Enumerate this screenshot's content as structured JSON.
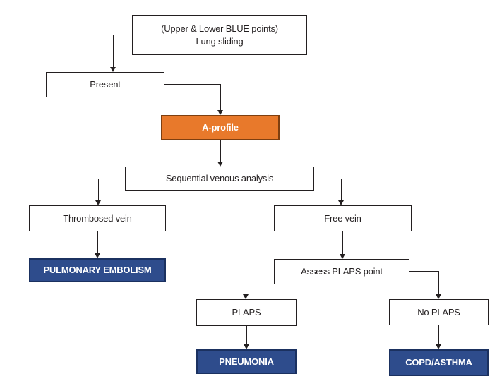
{
  "figure": {
    "type": "flowchart",
    "background": "#FFFFFF"
  },
  "colors": {
    "box_border": "#231F20",
    "box_fill": "#FFFFFF",
    "text": "#231F20",
    "orange_fill": "#E8792B",
    "orange_border": "#7E3F10",
    "blue_fill": "#2E4C8C",
    "blue_border": "#1B3160",
    "line": "#231F20",
    "emphasis_text": "#FFFFFF"
  },
  "nodes": {
    "lung_sliding": {
      "line1": "(Upper & Lower BLUE points)",
      "line2": "Lung sliding",
      "style": "plain"
    },
    "present": {
      "label": "Present",
      "style": "plain"
    },
    "a_profile": {
      "label": "A-profile",
      "style": "orange"
    },
    "sequential_venous_analysis": {
      "label": "Sequential venous analysis",
      "style": "plain"
    },
    "thrombosed_vein": {
      "label": "Thrombosed vein",
      "style": "plain"
    },
    "free_vein": {
      "label": "Free vein",
      "style": "plain"
    },
    "pulmonary_embolism": {
      "label": "PULMONARY EMBOLISM",
      "style": "blue"
    },
    "assess_plaps_point": {
      "label": "Assess PLAPS point",
      "style": "plain"
    },
    "plaps": {
      "label": "PLAPS",
      "style": "plain"
    },
    "no_plaps": {
      "label": "No PLAPS",
      "style": "plain"
    },
    "pneumonia": {
      "label": "PNEUMONIA",
      "style": "blue"
    },
    "copd_asthma": {
      "label": "COPD/ASTHMA",
      "style": "blue"
    }
  },
  "edges": [
    {
      "from": "lung_sliding",
      "to": "present"
    },
    {
      "from": "present",
      "to": "a_profile"
    },
    {
      "from": "a_profile",
      "to": "sequential_venous_analysis"
    },
    {
      "from": "sequential_venous_analysis",
      "to": "thrombosed_vein"
    },
    {
      "from": "sequential_venous_analysis",
      "to": "free_vein"
    },
    {
      "from": "thrombosed_vein",
      "to": "pulmonary_embolism"
    },
    {
      "from": "free_vein",
      "to": "assess_plaps_point"
    },
    {
      "from": "assess_plaps_point",
      "to": "plaps"
    },
    {
      "from": "assess_plaps_point",
      "to": "no_plaps"
    },
    {
      "from": "plaps",
      "to": "pneumonia"
    },
    {
      "from": "no_plaps",
      "to": "copd_asthma"
    }
  ]
}
